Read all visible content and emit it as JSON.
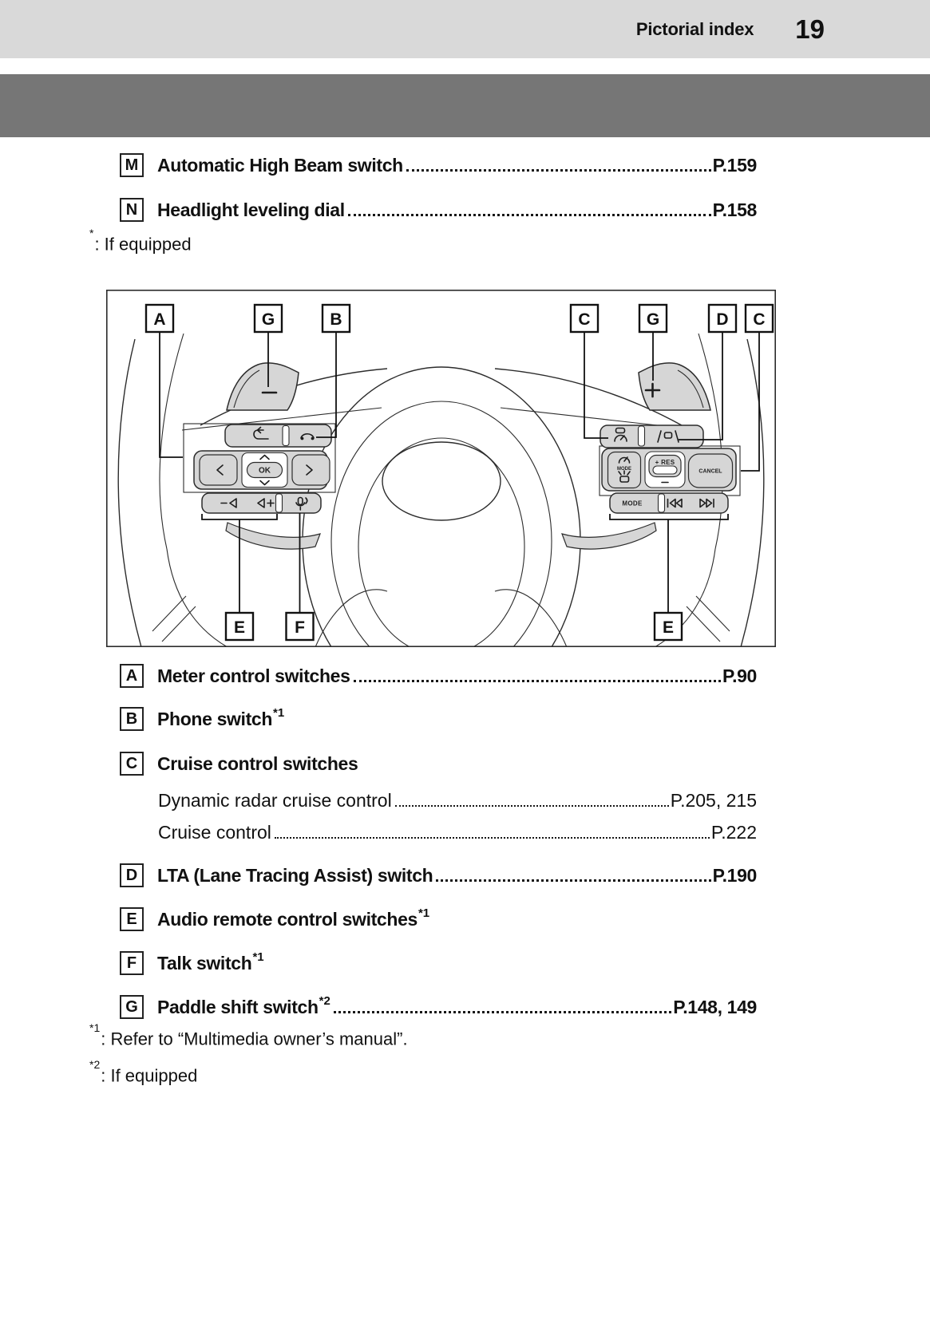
{
  "header": {
    "section_title": "Pictorial index",
    "page_number": "19"
  },
  "top_entries": [
    {
      "key": "M",
      "label": "Automatic High Beam switch",
      "page": "P.159"
    },
    {
      "key": "N",
      "label": "Headlight leveling dial",
      "page": "P.158"
    }
  ],
  "top_footnote": {
    "marker": "*",
    "text": ": If equipped"
  },
  "diagram": {
    "callouts_top": [
      "A",
      "G",
      "B",
      "C",
      "G",
      "D",
      "C"
    ],
    "callouts_bottom": [
      "E",
      "F",
      "E"
    ],
    "labels": {
      "ok": "OK",
      "cancel": "CANCEL",
      "res": "+ RES",
      "mode_small": "MODE",
      "mode": "MODE"
    },
    "icons": [
      "paddle-minus-icon",
      "paddle-plus-icon",
      "return-icon",
      "phone-icon",
      "left-arrow-icon",
      "right-arrow-icon",
      "up-arrow-icon",
      "down-arrow-icon",
      "volume-down-icon",
      "volume-up-icon",
      "talk-icon",
      "radar-cruise-icon",
      "lane-tracing-icon",
      "cruise-mode-icon",
      "prev-track-icon",
      "next-track-icon"
    ]
  },
  "entries": [
    {
      "key": "A",
      "label": "Meter control switches",
      "page": "P.90"
    },
    {
      "key": "B",
      "label": "Phone switch",
      "sup": "*1"
    },
    {
      "key": "C",
      "label": "Cruise control switches",
      "subs": [
        {
          "label": "Dynamic radar cruise control",
          "page": "P.205, 215"
        },
        {
          "label": "Cruise control",
          "page": "P.222"
        }
      ]
    },
    {
      "key": "D",
      "label": "LTA (Lane Tracing Assist) switch",
      "page": "P.190"
    },
    {
      "key": "E",
      "label": "Audio remote control switches",
      "sup": "*1"
    },
    {
      "key": "F",
      "label": "Talk switch",
      "sup": "*1"
    },
    {
      "key": "G",
      "label": "Paddle shift switch",
      "sup": "*2",
      "page": "P.148, 149"
    }
  ],
  "footnotes": [
    {
      "marker": "*1",
      "text": ": Refer to “Multimedia owner’s manual”."
    },
    {
      "marker": "*2",
      "text": ": If equipped"
    }
  ]
}
